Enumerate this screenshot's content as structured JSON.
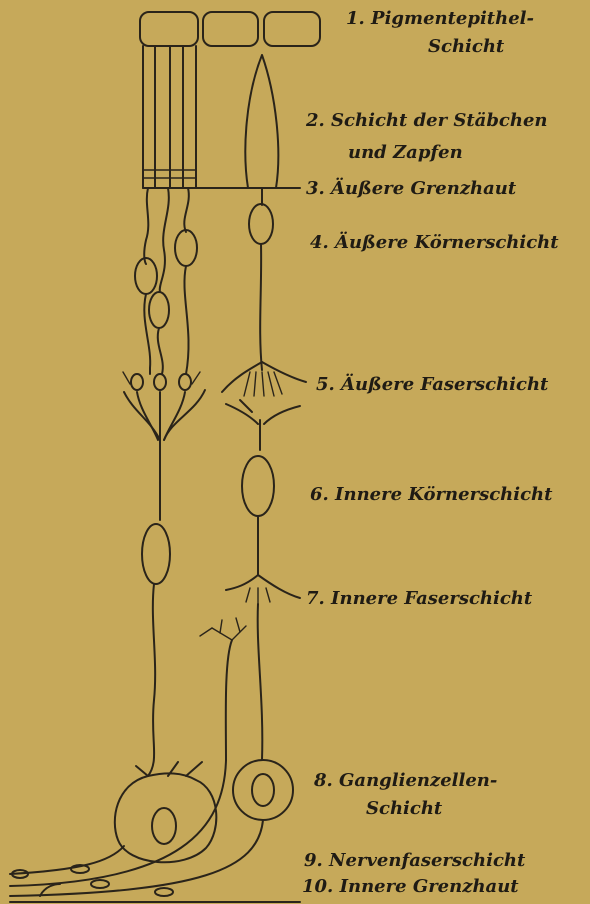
{
  "colors": {
    "background": "#c6a95a",
    "ink": "#2a241a"
  },
  "labels": {
    "l1_a": "1. Pigmentepithel-",
    "l1_b": "Schicht",
    "l2_a": "2. Schicht der Stäbchen",
    "l2_b": "und Zapfen",
    "l3": "3. Äußere Grenzhaut",
    "l4": "4. Äußere Körnerschicht",
    "l5": "5. Äußere Faserschicht",
    "l6": "6. Innere Körnerschicht",
    "l7": "7. Innere Faserschicht",
    "l8_a": "8. Ganglienzellen-",
    "l8_b": "Schicht",
    "l9": "9. Nervenfaserschicht",
    "l10": "10. Innere Grenzhaut"
  }
}
